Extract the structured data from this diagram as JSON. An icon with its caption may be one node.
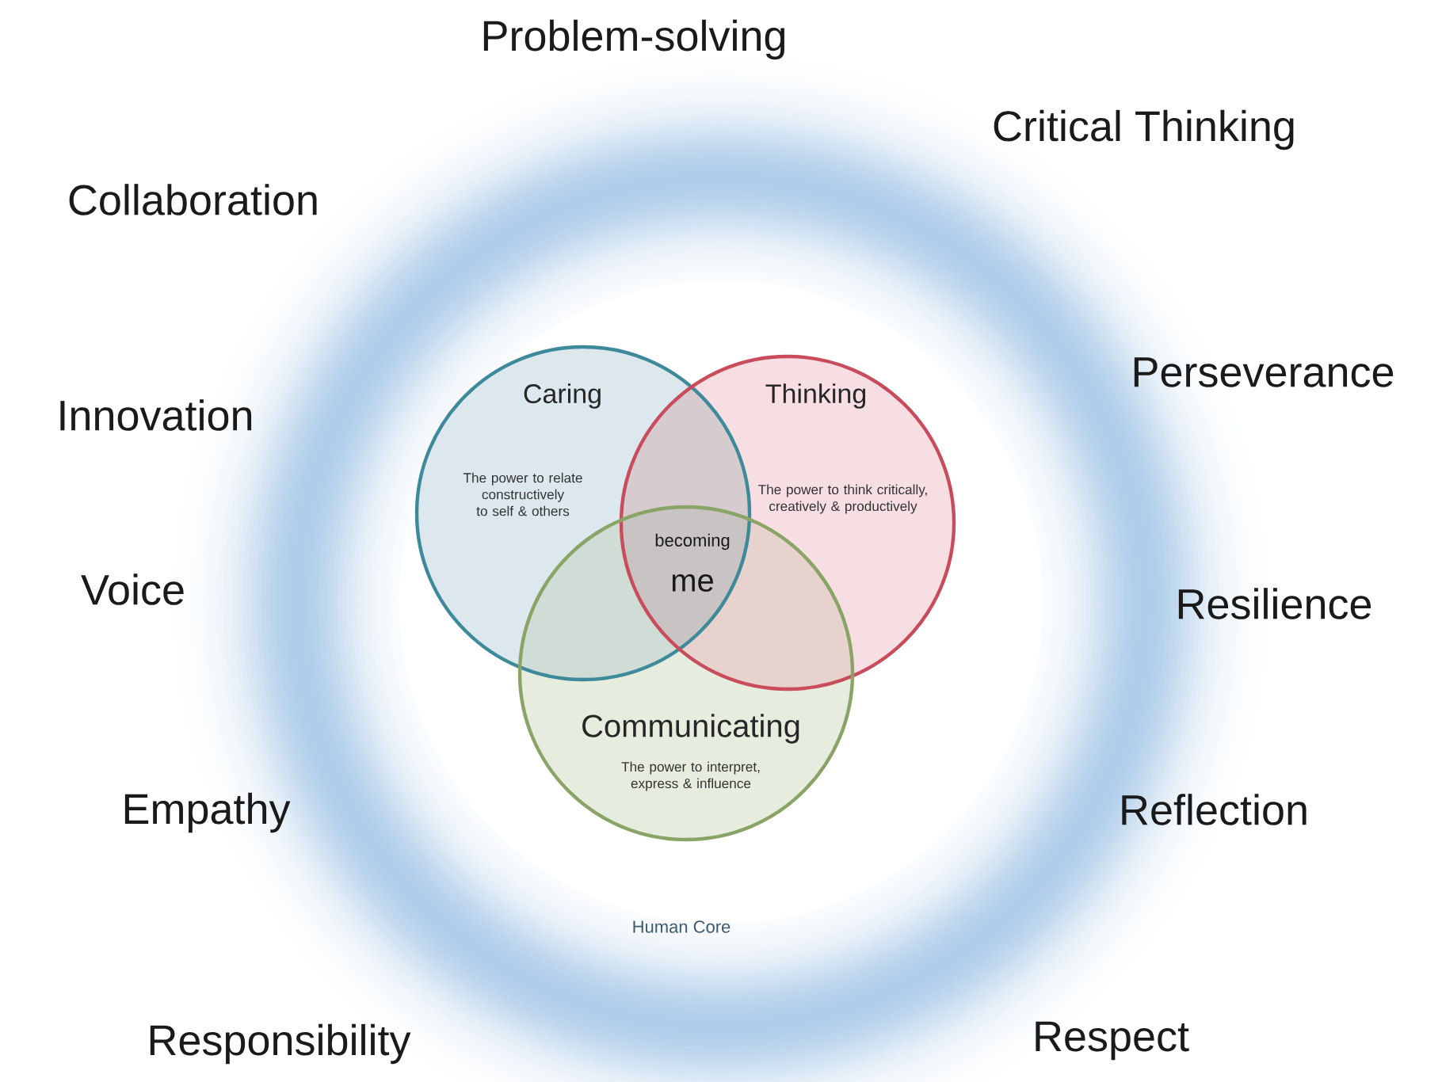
{
  "diagram": {
    "nodes": [
      {
        "text": [
          "Caring",
          "The power to relate constructively to self & others"
        ]
      },
      {
        "text": [
          "Thinking",
          "The power to think critically, creatively & productively"
        ]
      },
      {
        "text": [
          "Communicating",
          "The power to interpret, express & influence"
        ]
      }
    ],
    "labels": [
      "Problem-solving",
      "Critical Thinking",
      "Collaboration",
      "Perseverance",
      "Innovation",
      "becoming",
      "me",
      "Voice",
      "Resilience",
      "Empathy",
      "Reflection",
      "Human Core",
      "Responsibility",
      "Respect"
    ]
  }
}
